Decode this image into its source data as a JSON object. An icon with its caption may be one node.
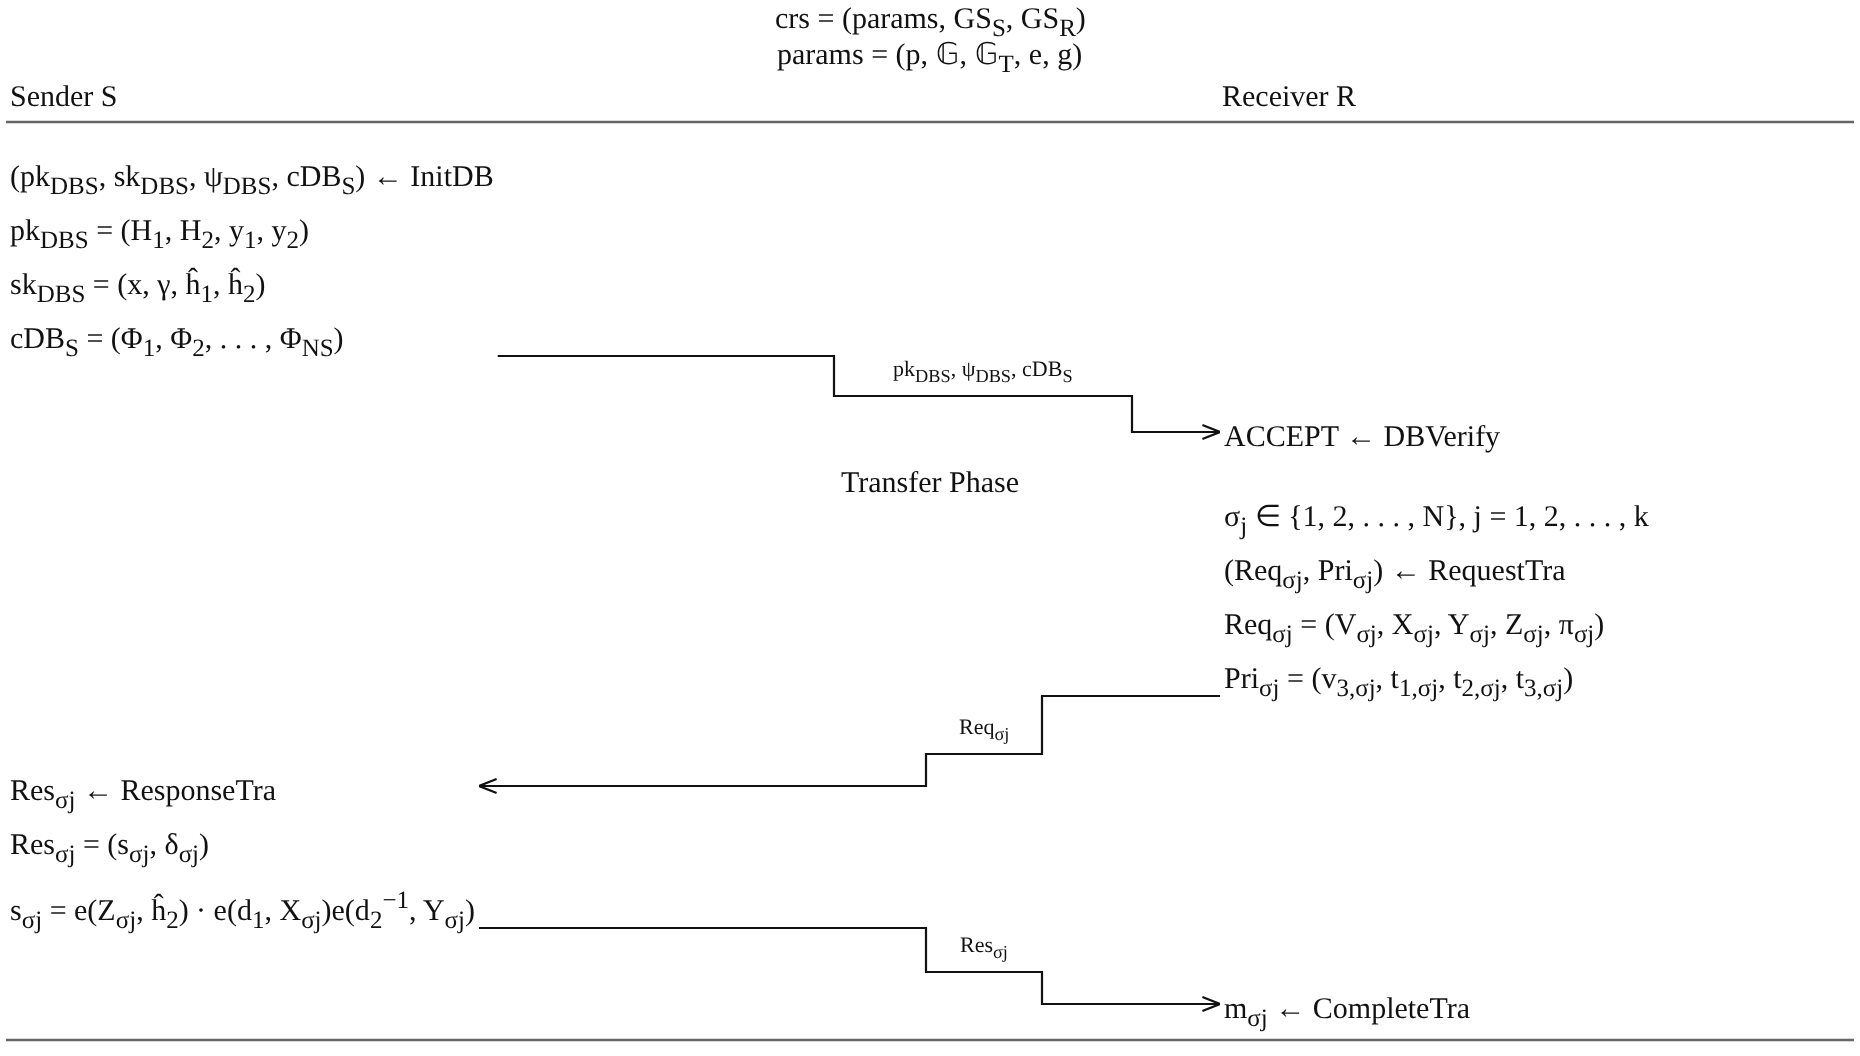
{
  "diagram": {
    "nodes": [
      {
        "text": [
          "(pk$_{DBS}$, sk$_{DBS}$, ψ$_{DBS}$, cDB$_{S}$) ← InitDB",
          "pk$_{DBS}$ = (H$_{1}$, H$_{2}$, y$_{1}$, y$_{2}$)",
          "sk$_{DBS}$ = (x, γ, ĥ$_{1}$, ĥ$_{2}$)",
          "cDB$_{S}$ = (Φ$_{1}$, Φ$_{2}$, . . . , Φ$_{NS}$)"
        ]
      },
      {
        "text": [
          "ACCEPT ← DBVerify"
        ]
      },
      {
        "text": [
          "σ$_{j}$ ∈ {1, 2, . . . , N}, j = 1, 2, . . . , k",
          "(Req$_{σj}$, Pri$_{σj}$) ← RequestTra",
          "Req$_{σj}$ = (V$_{σj}$, X$_{σj}$, Y$_{σj}$, Z$_{σj}$, π$_{σj}$)",
          "Pri$_{σj}$ = (v$_{3,σj}$, t$_{1,σj}$, t$_{2,σj}$, t$_{3,σj}$)"
        ]
      },
      {
        "text": [
          "Res$_{σj}$ ← ResponseTra",
          "Res$_{σj}$ = (s$_{σj}$, δ$_{σj}$)",
          "s$_{σj}$ = e(Z$_{σj}$, ĥ$_{2}$) · e(d$_{1}$, X$_{σj}$)e(d$_{2}$$^{−1}$, Y$_{σj}$)"
        ]
      },
      {
        "text": [
          "m$_{σj}$ ← CompleteTra"
        ]
      }
    ],
    "edges": [
      {
        "from": 0,
        "to": 1,
        "arrow": "to",
        "label": "pk$_{DBS}$, ψ$_{DBS}$, cDB$_{S}$"
      },
      {
        "from": 2,
        "to": 3,
        "arrow": "to",
        "label": "Req$_{σj}$"
      },
      {
        "from": 3,
        "to": 4,
        "arrow": "to",
        "label": "Res$_{σj}$"
      }
    ],
    "labels": [
      "crs = (params, GS$_{S}$, GS$_{R}$)",
      "params = (p, 𝔾, 𝔾$_{T}$, e, g)",
      "Sender S",
      "Receiver R",
      "Transfer Phase"
    ]
  }
}
